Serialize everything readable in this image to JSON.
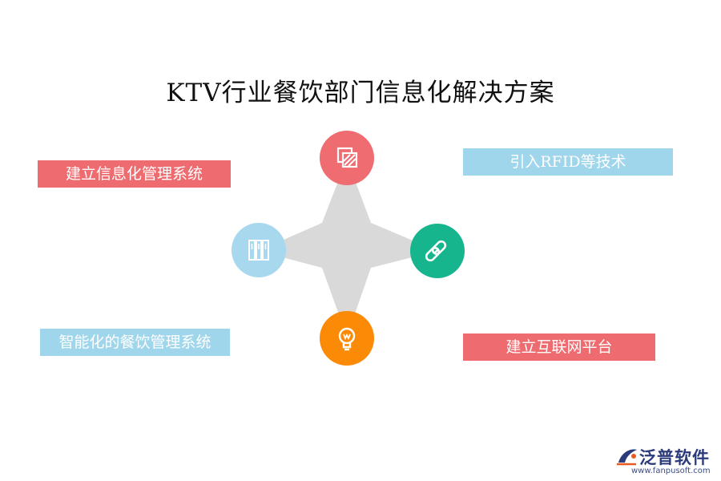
{
  "title": "KTV行业餐饮部门信息化解决方案",
  "labels": {
    "top_left": "建立信息化管理系统",
    "top_right": "引入RFID等技术",
    "bottom_left": "智能化的餐饮管理系统",
    "bottom_right": "建立互联网平台"
  },
  "nodes": {
    "top": {
      "icon": "striped-square-icon",
      "color": "#ef6c70"
    },
    "right": {
      "icon": "chain-link-icon",
      "color": "#16b58d"
    },
    "left": {
      "icon": "book-spines-icon",
      "color": "#a8d8ee"
    },
    "bottom": {
      "icon": "lightbulb-icon",
      "color": "#fb8b06"
    }
  },
  "colors": {
    "red_label": "#ee6c70",
    "blue_label": "#9fd6ec",
    "star": "#d9d9d9"
  },
  "brand": {
    "name": "泛普软件",
    "url": "www.fanpusoft.com"
  }
}
